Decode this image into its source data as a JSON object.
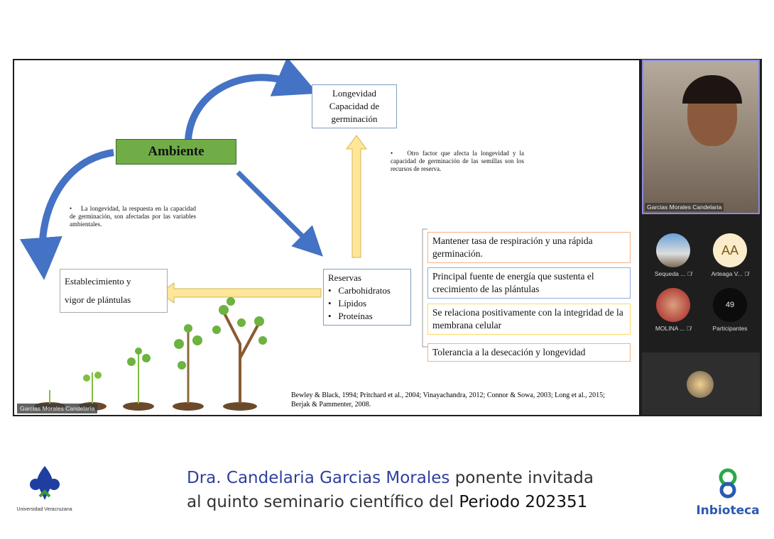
{
  "slide": {
    "ambiente": "Ambiente",
    "longevidad": [
      "Longevidad",
      "Capacidad de",
      "germinación"
    ],
    "note_right": "Otro factor que afecta la longevidad y la capacidad de germinación de las semillas son los recursos de reserva.",
    "note_left": "La longevidad, la respuesta en la capacidad de germinación, son afectadas por las variables ambientales.",
    "establecimiento": [
      "Establecimiento y",
      "vigor de plántulas"
    ],
    "reservas_title": "Reservas",
    "reservas": [
      "Carbohidratos",
      "Lípidos",
      "Proteínas"
    ],
    "functions": [
      "Mantener tasa de respiración y una rápida germinación.",
      "Principal fuente de energía que sustenta el crecimiento de las plántulas",
      "Se relaciona positivamente con la integridad de la membrana celular",
      "Tolerancia a la desecación y longevidad"
    ],
    "references": "Bewley & Black, 1994; Pritchard et al., 2004; Vinayachandra, 2012; Connor & Sowa, 2003; Long et al., 2015; Berjak & Pammenter, 2008.",
    "presenter_tag": "Garcias Morales Candelaria"
  },
  "meeting": {
    "speaker_name": "Garcias Morales Candelaria",
    "participants": [
      {
        "name": "Sequeda ...",
        "muted": true
      },
      {
        "name": "Arteaga V...",
        "initials": "AA",
        "muted": true
      },
      {
        "name": "MOLINA ...",
        "muted": true
      }
    ],
    "participant_count": "49",
    "participant_label": "Participantes"
  },
  "banner": {
    "line1_bold": "Dra. Candelaria Garcias Morales",
    "line1_rest": " ponente invitada",
    "line2_rest": "al quinto seminario científico del ",
    "line2_bold": "Periodo 202351",
    "uv_label": "Universidad Veracruzana",
    "inbioteca": "Inbioteca"
  },
  "colors": {
    "accent_blue": "#2f3f9e",
    "ambiente_green": "#70ad47",
    "arrow_blue": "#4472c4",
    "arrow_yellow": "#ffe699"
  }
}
